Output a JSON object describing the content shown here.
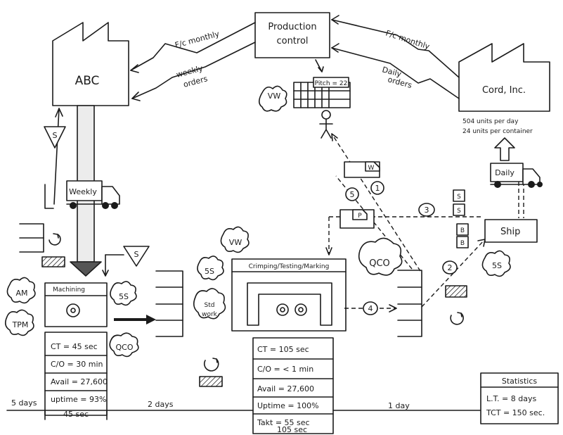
{
  "production_control": {
    "line1": "Production",
    "line2": "control"
  },
  "supplier": {
    "name": "ABC",
    "info_monthly": "F/c monthly",
    "info_weekly_1": "weekly",
    "info_weekly_2": "orders",
    "truck_label": "Weekly"
  },
  "customer": {
    "name": "Cord, Inc.",
    "info_monthly": "F/c monthly",
    "info_daily_1": "Daily",
    "info_daily_2": "orders",
    "demand_1": "504 units per day",
    "demand_2": "24 units per container",
    "truck_label": "Daily"
  },
  "kanban_post": {
    "label": "Pitch = 22"
  },
  "bursts": {
    "vw_top": "VW",
    "am": "AM",
    "tpm": "TPM",
    "s5_machining": "5S",
    "qco_machining": "QCO",
    "vw_mid": "VW",
    "s5_mid": "5S",
    "std_work_1": "Std",
    "std_work_2": "work",
    "qco_right": "QCO",
    "s5_ship": "5S"
  },
  "signal_kanban": {
    "left": "S",
    "center": "S"
  },
  "kanbans": {
    "withdrawal": "W",
    "production": "P",
    "s_top": "S",
    "s_bottom": "S",
    "b_top": "B",
    "b_bottom": "B"
  },
  "loop_numbers": {
    "n1": "1",
    "n2": "2",
    "n3": "3",
    "n4": "4",
    "n5": "5"
  },
  "machining": {
    "title": "Machining",
    "ct": "CT = 45 sec",
    "co": "C/O = 30 min",
    "avail": "Avail = 27,600",
    "uptime": "uptime = 93%"
  },
  "crimping": {
    "title": "Crimping/Testing/Marking",
    "ct": "CT = 105 sec",
    "co": "C/O = < 1 min",
    "avail": "Avail = 27,600",
    "uptime": "Uptime = 100%",
    "takt": "Takt = 55 sec"
  },
  "ship": {
    "label": "Ship"
  },
  "timeline": {
    "d1": "5 days",
    "d2": "2 days",
    "d3": "1 day",
    "t1": "45 sec",
    "t2": "105 sec"
  },
  "statistics": {
    "title": "Statistics",
    "lt": "L.T. = 8 days",
    "tct": "TCT = 150 sec."
  }
}
